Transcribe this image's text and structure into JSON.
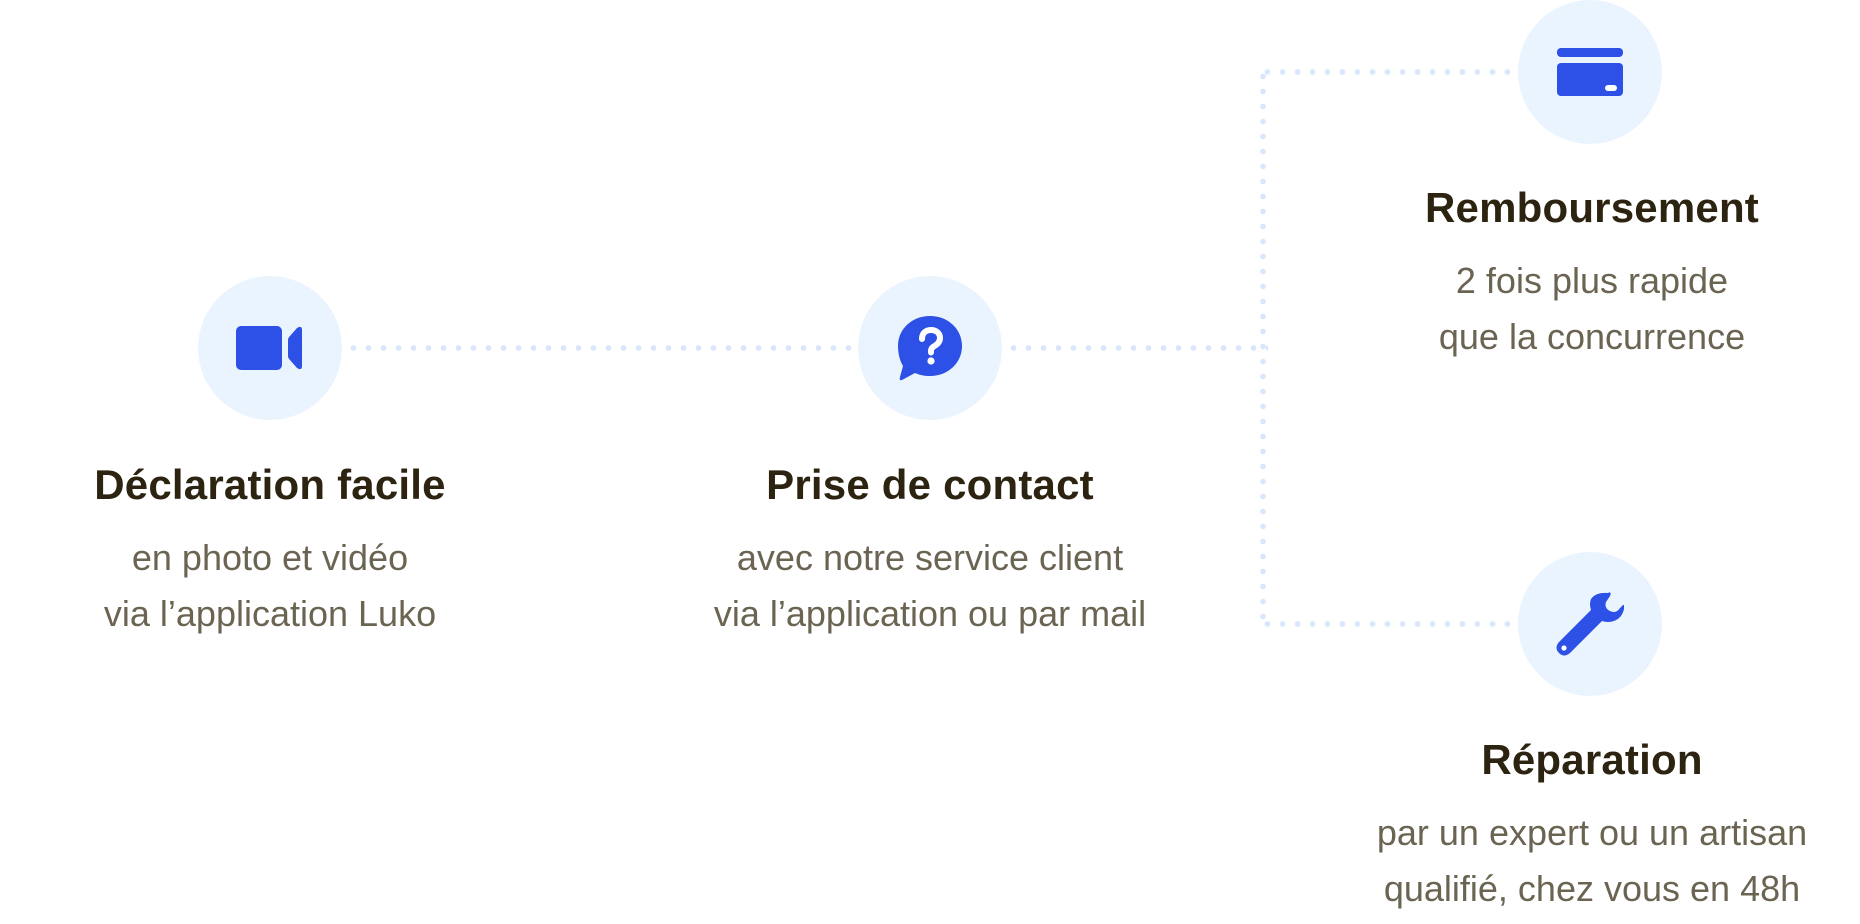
{
  "colors": {
    "icon_blue": "#2d50e6",
    "circle_bg": "#eaf4fe",
    "dots": "#d9e6fc",
    "title": "#2c2410",
    "description": "#6b6452"
  },
  "steps": [
    {
      "icon": "video-camera-icon",
      "title": "Déclaration facile",
      "lines": [
        "en photo et vidéo",
        "via l’application Luko"
      ]
    },
    {
      "icon": "question-chat-bubble-icon",
      "title": "Prise de contact",
      "lines": [
        "avec notre service client",
        "via l’application ou par mail"
      ]
    },
    {
      "icon": "credit-card-icon",
      "title": "Remboursement",
      "lines": [
        "2 fois plus rapide",
        "que la concurrence"
      ]
    },
    {
      "icon": "wrench-icon",
      "title": "Réparation",
      "lines": [
        "par un expert ou un artisan",
        "qualifié, chez vous en 48h"
      ]
    }
  ]
}
